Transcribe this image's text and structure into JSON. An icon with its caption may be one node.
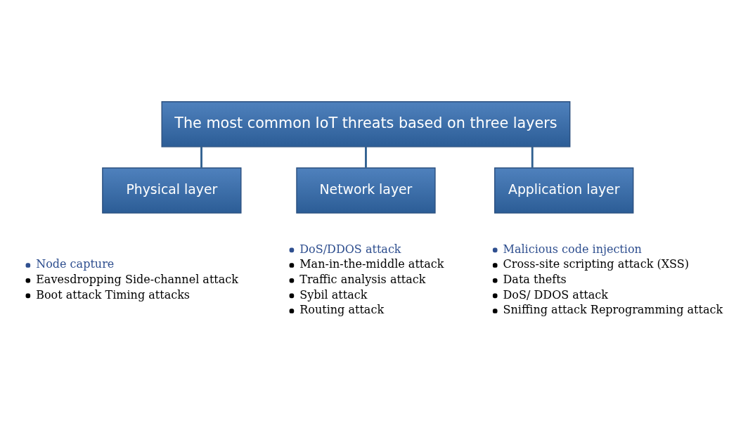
{
  "diagram": {
    "nodes": [
      {
        "text": [
          "The most common IoT threats based on three layers"
        ]
      },
      {
        "text": [
          "Physical layer"
        ],
        "beside": [
          "Node capture",
          "Eavesdropping Side-channel attack",
          "Boot attack Timing attacks"
        ]
      },
      {
        "text": [
          "Network layer"
        ],
        "beside": [
          "DoS/DDOS attack",
          "Man-in-the-middle attack",
          "Traffic analysis attack",
          "Sybil attack",
          "Routing attack"
        ]
      },
      {
        "text": [
          "Application layer"
        ],
        "beside": [
          "Malicious code injection",
          "Cross-site scripting attack (XSS)",
          "Data thefts",
          "DoS/ DDOS attack",
          "Sniffing attack Reprogramming attack"
        ]
      }
    ],
    "edges": [
      {
        "from": 0,
        "to": 1,
        "arrow": "none"
      },
      {
        "from": 0,
        "to": 2,
        "arrow": "none"
      },
      {
        "from": 0,
        "to": 3,
        "arrow": "none"
      }
    ]
  }
}
